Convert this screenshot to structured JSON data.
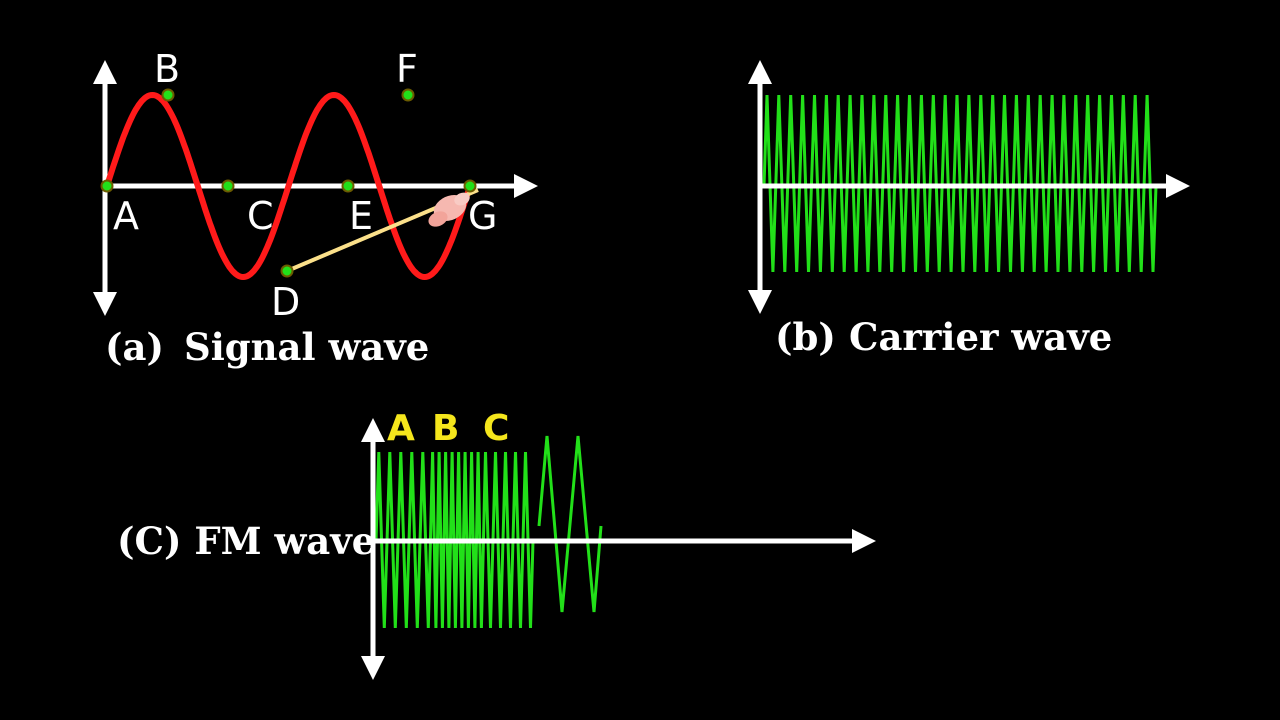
{
  "signal_panel": {
    "caption_num": "(a)",
    "caption_text": "Signal wave",
    "point_labels": [
      "A",
      "B",
      "C",
      "D",
      "E",
      "F",
      "G"
    ]
  },
  "carrier_panel": {
    "caption_num": "(b)",
    "caption_text": "Carrier wave"
  },
  "fm_panel": {
    "caption": "(C) FM wave",
    "region_labels": [
      "A",
      "B",
      "C"
    ]
  },
  "colors": {
    "background": "#000000",
    "axis": "#ffffff",
    "signal_wave": "#ff1a1a",
    "carrier_wave": "#22e019",
    "point_marker_fill": "#22e019",
    "point_marker_stroke": "#6b5c00",
    "pointer_line": "#fbe08a",
    "pointer_hand": "#f6b8b0",
    "fm_region_labels": "#f5e61c"
  },
  "icons": [
    "pointer-hand-icon"
  ]
}
